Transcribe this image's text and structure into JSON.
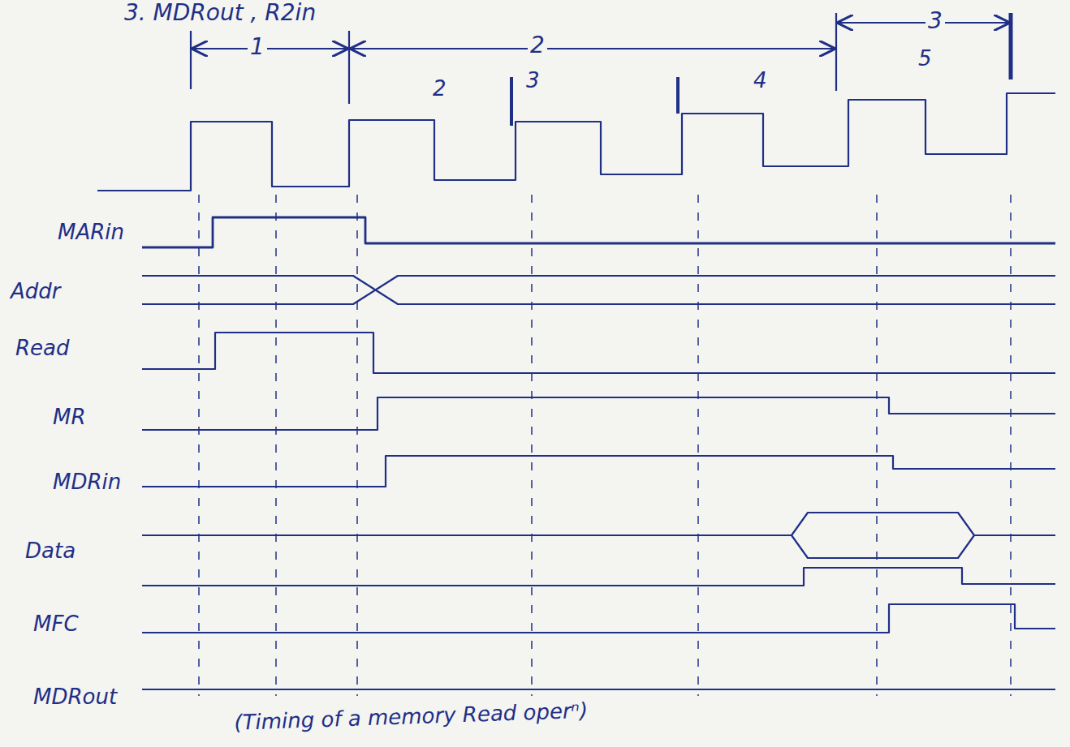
{
  "diagram": {
    "caption": "(Timing of a memory Read operⁿ)",
    "labels": [
      "3. MDRout , R2in",
      "1",
      "2",
      "3",
      "2",
      "3",
      "4",
      "5",
      "MARin",
      "Addr",
      "Read",
      "MR",
      "MDRin",
      "Data",
      "MFC",
      "MDRout"
    ]
  }
}
